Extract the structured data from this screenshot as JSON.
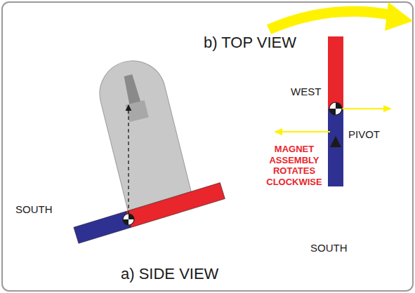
{
  "diagram": {
    "labels": [
      "b) TOP VIEW",
      "WEST",
      "PIVOT",
      "MAGNET ASSEMBLY ROTATES CLOCKWISE",
      "SOUTH",
      "SOUTH",
      "a) SIDE VIEW"
    ]
  }
}
